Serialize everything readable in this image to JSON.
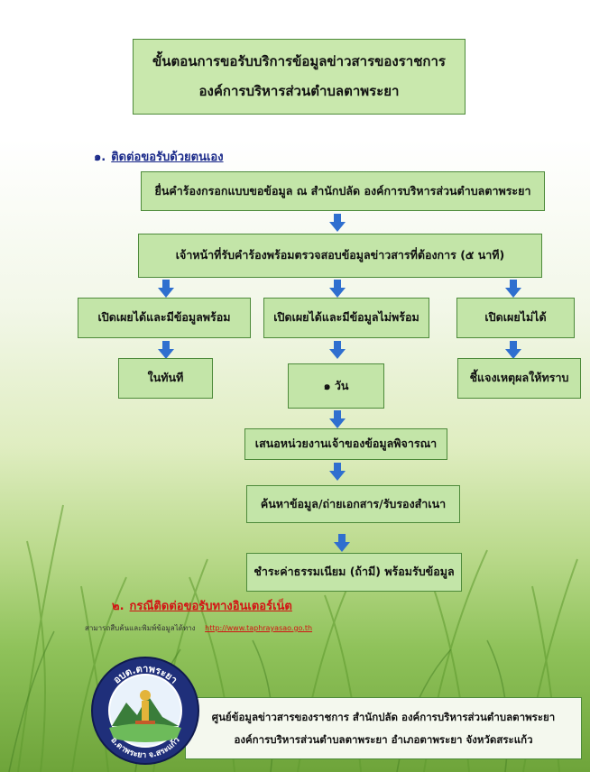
{
  "title": {
    "line1": "ขั้นตอนการขอรับบริการข้อมูลข่าวสารของราชการ",
    "line2": "องค์การบริหารส่วนตำบลตาพระยา"
  },
  "section1": {
    "number": "๑.",
    "label": "ติดต่อขอรับด้วยตนเอง"
  },
  "steps": {
    "submit": "ยื่นคำร้องกรอกแบบขอข้อมูล ณ สำนักปลัด องค์การบริหารส่วนตำบลตาพระยา",
    "review": "เจ้าหน้าที่รับคำร้องพร้อมตรวจสอบข้อมูลข่าวสารที่ต้องการ (๕ นาที)",
    "branch_ready": "เปิดเผยได้และมีข้อมูลพร้อม",
    "branch_not_ready": "เปิดเผยได้และมีข้อมูลไม่พร้อม",
    "branch_denied": "เปิดเผยไม่ได้",
    "result_immediate": "ในทันที",
    "result_one_day": "๑ วัน",
    "result_explain": "ชี้แจงเหตุผลให้ทราบ",
    "propose": "เสนอหน่วยงานเจ้าของข้อมูลพิจารณา",
    "search_copy": "ค้นหาข้อมูล/ถ่ายเอกสาร/รับรองสำเนา",
    "pay": "ชำระค่าธรรมเนียม (ถ้ามี) พร้อมรับข้อมูล"
  },
  "section2": {
    "number": "๒.",
    "label": "กรณีติดต่อขอรับทางอินเตอร์เน็ต",
    "search_text": "สามารถสืบค้นและพิมพ์ข้อมูลได้ทาง",
    "url": "http://www.taphrayasao.go.th"
  },
  "logo": {
    "top_text": "อบต.ตาพระยา",
    "bottom_text": "อ.ตาพระยา จ.สระแก้ว"
  },
  "footer": {
    "line1": "ศูนย์ข้อมูลข่าวสารของราชการ สำนักปลัด องค์การบริหารส่วนตำบลตาพระยา",
    "line2": "องค์การบริหารส่วนตำบลตาพระยา  อำเภอตาพระยา  จังหวัดสระแก้ว"
  },
  "colors": {
    "box_fill": "#c3e5a8",
    "box_border": "#4d8a3a",
    "arrow": "#2f6fcf",
    "heading1": "#1b2a8a",
    "heading2": "#d21414"
  }
}
